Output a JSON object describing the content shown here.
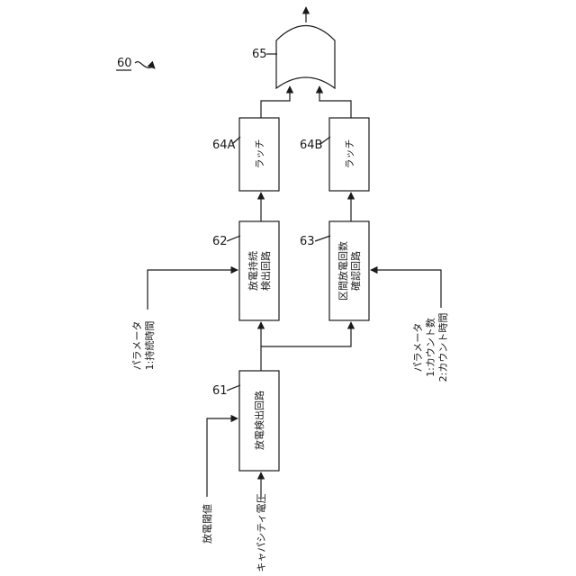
{
  "figure_ref": "60",
  "refs": {
    "output": "65",
    "latch_a": "64A",
    "latch_b": "64B",
    "sustain_circuit": "62",
    "count_circuit": "63",
    "detect_circuit": "61"
  },
  "blocks": {
    "detect": [
      "放電検出回路"
    ],
    "sustain": [
      "放電持続",
      "検出回路"
    ],
    "count": [
      "区間放電回数",
      "確認回路"
    ],
    "latch_a": "ラッチ",
    "latch_b": "ラッチ"
  },
  "inputs": {
    "threshold": "放電閾値",
    "voltage": "キャパシティ電圧"
  },
  "params": {
    "sustain": [
      "パラメータ",
      "1:持続時間"
    ],
    "count": [
      "パラメータ",
      "1:カウント数",
      "2:カウント時間"
    ]
  }
}
